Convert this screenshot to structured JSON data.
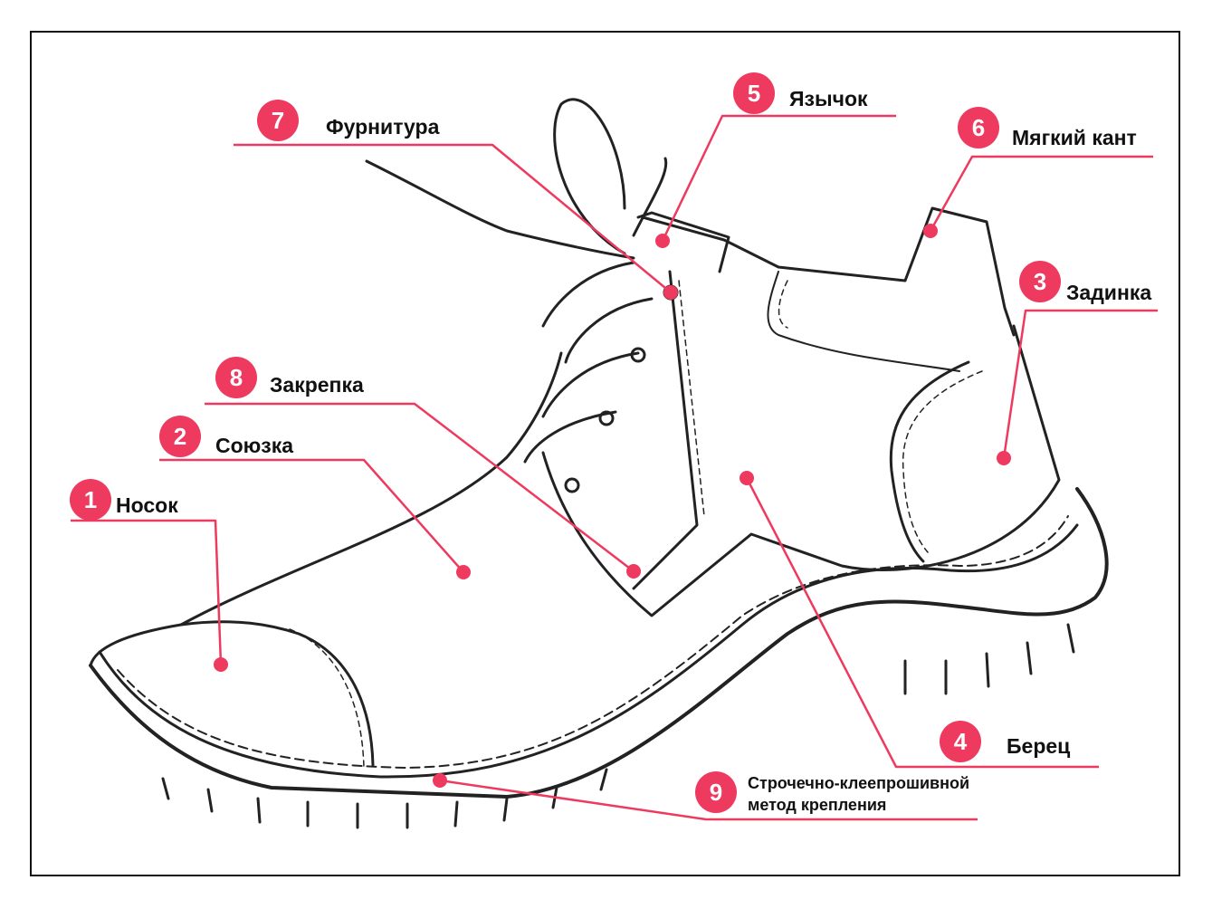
{
  "accent_color": "#ee3a5e",
  "callouts": [
    {
      "num": "1",
      "label": "Носок"
    },
    {
      "num": "2",
      "label": "Союзка"
    },
    {
      "num": "3",
      "label": "Задинка"
    },
    {
      "num": "4",
      "label": "Берец"
    },
    {
      "num": "5",
      "label": "Язычок"
    },
    {
      "num": "6",
      "label": "Мягкий кант"
    },
    {
      "num": "7",
      "label": "Фурнитура"
    },
    {
      "num": "8",
      "label": "Закрепка"
    },
    {
      "num": "9",
      "label_line1": "Строчечно-клеепрошивной",
      "label_line2": "метод крепления"
    }
  ]
}
